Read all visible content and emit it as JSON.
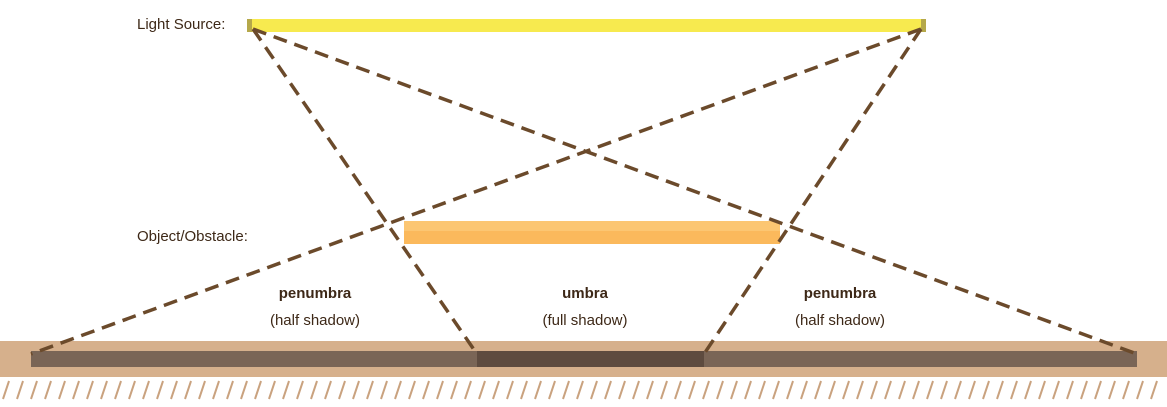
{
  "labels": {
    "light_source": "Light Source:",
    "object": "Object/Obstacle:"
  },
  "regions": [
    {
      "name": "penumbra",
      "description": "(half shadow)"
    },
    {
      "name": "umbra",
      "description": "(full shadow)"
    },
    {
      "name": "penumbra",
      "description": "(half shadow)"
    }
  ],
  "colors": {
    "light_source": "#f7ea4f",
    "light_source_end": "#b5a84a",
    "object": "#fbb95c",
    "object_top": "#fcc672",
    "ray": "#6b4a2b",
    "ground": "#d6b08c",
    "penumbra_shadow": "#7a6556",
    "umbra_shadow": "#5e4b3f",
    "ground_hatch": "#c9a27f",
    "text": "#3d2817"
  }
}
